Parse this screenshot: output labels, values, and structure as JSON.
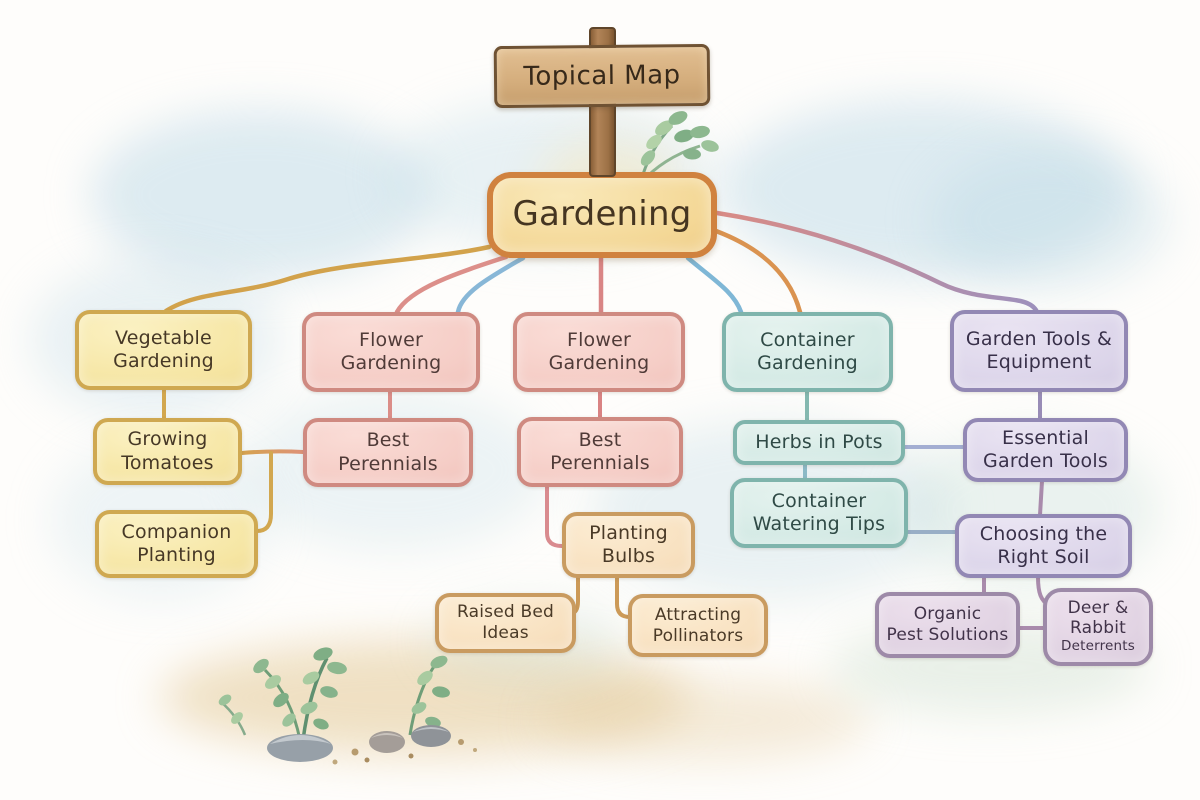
{
  "sign": {
    "title": "Topical Map"
  },
  "root": {
    "label": "Gardening"
  },
  "nodes": {
    "vegetable_gardening": {
      "label": "Vegetable Gardening"
    },
    "growing_tomatoes": {
      "label": "Growing Tomatoes"
    },
    "companion_planting": {
      "label": "Companion Planting"
    },
    "flower_gardening_1": {
      "label": "Flower Gardening"
    },
    "best_perennials_1": {
      "label": "Best Perennials"
    },
    "flower_gardening_2": {
      "label": "Flower Gardening"
    },
    "best_perennials_2": {
      "label": "Best Perennials"
    },
    "planting_bulbs": {
      "label": "Planting Bulbs"
    },
    "raised_bed_ideas": {
      "label": "Raised Bed Ideas"
    },
    "attracting_pollinators": {
      "label": "Attracting Pollinators"
    },
    "container_gardening": {
      "label": "Container Gardening"
    },
    "herbs_in_pots": {
      "label": "Herbs in Pots"
    },
    "container_watering_tips": {
      "label": "Container Watering Tips"
    },
    "garden_tools_equipment": {
      "label": "Garden Tools & Equipment"
    },
    "essential_garden_tools": {
      "label": "Essential Garden Tools"
    },
    "choosing_right_soil": {
      "label": "Choosing the Right Soil"
    },
    "organic_pest_solutions": {
      "label": "Organic\nPest Solutions"
    },
    "deer_rabbit_deterrents": {
      "label": "Deer &\nRabbit",
      "sublabel": "Deterrents"
    }
  },
  "edges": [
    {
      "from": "Gardening",
      "to": "Vegetable Gardening"
    },
    {
      "from": "Gardening",
      "to": "Flower Gardening (1)"
    },
    {
      "from": "Gardening",
      "to": "Flower Gardening (2)"
    },
    {
      "from": "Gardening",
      "to": "Container Gardening"
    },
    {
      "from": "Gardening",
      "to": "Garden Tools & Equipment"
    },
    {
      "from": "Vegetable Gardening",
      "to": "Growing Tomatoes"
    },
    {
      "from": "Growing Tomatoes",
      "to": "Companion Planting"
    },
    {
      "from": "Growing Tomatoes",
      "to": "Best Perennials (1)"
    },
    {
      "from": "Flower Gardening (1)",
      "to": "Best Perennials (1)"
    },
    {
      "from": "Flower Gardening (2)",
      "to": "Best Perennials (2)"
    },
    {
      "from": "Best Perennials (2)",
      "to": "Planting Bulbs"
    },
    {
      "from": "Planting Bulbs",
      "to": "Raised Bed Ideas"
    },
    {
      "from": "Planting Bulbs",
      "to": "Attracting Pollinators"
    },
    {
      "from": "Container Gardening",
      "to": "Herbs in Pots"
    },
    {
      "from": "Herbs in Pots",
      "to": "Container Watering Tips"
    },
    {
      "from": "Herbs in Pots",
      "to": "Essential Garden Tools"
    },
    {
      "from": "Garden Tools & Equipment",
      "to": "Essential Garden Tools"
    },
    {
      "from": "Essential Garden Tools",
      "to": "Choosing the Right Soil"
    },
    {
      "from": "Container Watering Tips",
      "to": "Choosing the Right Soil"
    },
    {
      "from": "Choosing the Right Soil",
      "to": "Organic Pest Solutions"
    },
    {
      "from": "Choosing the Right Soil",
      "to": "Deer & Rabbit Deterrents"
    },
    {
      "from": "Organic Pest Solutions",
      "to": "Deer & Rabbit Deterrents"
    }
  ],
  "palette": {
    "root_fill": "#f4d897",
    "root_border": "#d0823f",
    "yellow_fill": "#f6e6a4",
    "yellow_border": "#cfa851",
    "pink_fill": "#f5cdc6",
    "pink_border": "#cf8a81",
    "peach_fill": "#f8e1c0",
    "peach_border": "#c99b60",
    "teal_fill": "#d4eae5",
    "teal_border": "#7fb4ac",
    "purple_fill": "#dcd5ea",
    "purple_border": "#9288b4",
    "mauve_fill": "#e0d2e2",
    "mauve_border": "#9d8aa8",
    "wood": "#d4ad7c",
    "wood_dark": "#6f5233",
    "edge_gold": "#d2a24b",
    "edge_pink": "#dc8f8a",
    "edge_blue": "#88b7d7",
    "edge_orange": "#da9350",
    "edge_teal": "#84b8b0",
    "edge_purple": "#9a8cba"
  }
}
